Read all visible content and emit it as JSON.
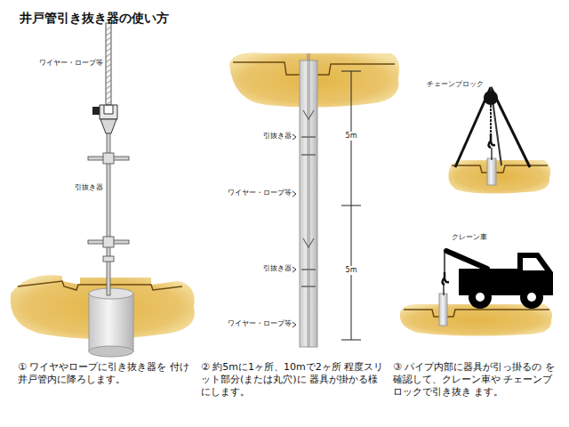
{
  "diagram": {
    "title": "井戸管引き抜き器の使い方",
    "labels": [
      "ワイヤー・ロープ等",
      "引抜き器",
      "引抜き器",
      "ワイヤー・ロープ等",
      "引抜き器",
      "ワイヤー・ロープ等",
      "5m",
      "5m",
      "チェーンブロック",
      "クレーン車",
      "① ワイヤやロープに引き抜き器を 付け井戸管内に降ろします。",
      "② 約5mに1ヶ所、10mで2ヶ所 程度スリット部分(または丸穴)に 器具が掛かる様にします。",
      "③ パイプ内部に器具が引っ掛るの を確認して、クレーン車や チェーンブロックで引き抜き ます。"
    ]
  }
}
